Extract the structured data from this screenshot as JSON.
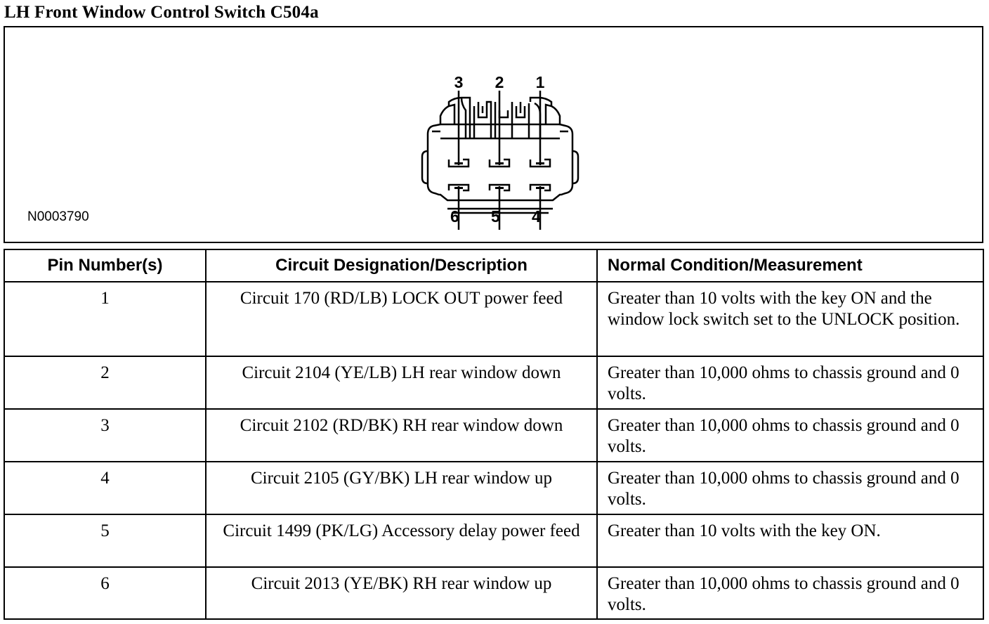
{
  "document": {
    "title": "LH Front Window Control Switch C504a",
    "figure_id": "N0003790",
    "connector_pins": {
      "top": [
        "3",
        "2",
        "1"
      ],
      "bottom": [
        "6",
        "5",
        "4"
      ]
    }
  },
  "table": {
    "headers": {
      "pin": "Pin Number(s)",
      "circuit": "Circuit Designation/Description",
      "condition": "Normal Condition/Measurement"
    },
    "rows": [
      {
        "pin": "1",
        "circuit": "Circuit 170 (RD/LB) LOCK OUT power feed",
        "condition": "Greater than 10 volts with the key ON and the window lock switch set to the UNLOCK position."
      },
      {
        "pin": "2",
        "circuit": "Circuit 2104 (YE/LB) LH rear window down",
        "condition": "Greater than 10,000 ohms to chassis ground and 0 volts."
      },
      {
        "pin": "3",
        "circuit": "Circuit 2102 (RD/BK) RH rear window down",
        "condition": "Greater than 10,000 ohms to chassis ground and 0 volts."
      },
      {
        "pin": "4",
        "circuit": "Circuit 2105 (GY/BK) LH rear window up",
        "condition": "Greater than 10,000 ohms to chassis ground and 0 volts."
      },
      {
        "pin": "5",
        "circuit": "Circuit 1499 (PK/LG) Accessory delay power feed",
        "condition": "Greater than 10 volts with the key ON."
      },
      {
        "pin": "6",
        "circuit": "Circuit 2013 (YE/BK) RH rear window up",
        "condition": "Greater than 10,000 ohms to chassis ground and 0 volts."
      }
    ]
  }
}
